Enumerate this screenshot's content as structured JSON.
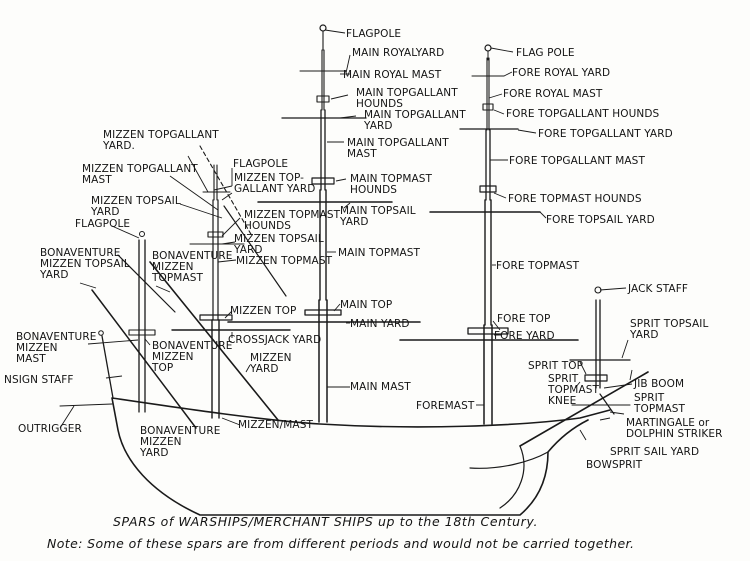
{
  "labels": {
    "flagpole_main": "FLAGPOLE",
    "main_royal_yard": "MAIN ROYALYARD",
    "main_royal_mast": "MAIN ROYAL MAST",
    "main_tg_hounds": "MAIN TOPGALLANT\nHOUNDS",
    "main_tg_yard": "MAIN TOPGALLANT\nYARD",
    "main_tg_mast": "MAIN TOPGALLANT\nMAST",
    "main_topmast_hounds": "MAIN TOPMAST\nHOUNDS",
    "main_topsail_yard": "MAIN TOPSAIL\nYARD",
    "main_topmast": "MAIN TOPMAST",
    "main_top": "MAIN TOP",
    "main_yard": "MAIN YARD",
    "main_mast": "MAIN MAST",
    "flag_pole_fore": "FLAG POLE",
    "fore_royal_yard": "FORE ROYAL YARD",
    "fore_royal_mast": "FORE ROYAL MAST",
    "fore_tg_hounds": "FORE TOPGALLANT HOUNDS",
    "fore_tg_yard": "FORE TOPGALLANT YARD",
    "fore_tg_mast": "FORE TOPGALLANT MAST",
    "fore_topmast_hounds": "FORE TOPMAST HOUNDS",
    "fore_topsail_yard": "FORE TOPSAIL YARD",
    "fore_topmast": "FORE TOPMAST",
    "fore_top": "FORE TOP",
    "fore_yard": "FORE YARD",
    "foremast": "FOREMAST",
    "jack_staff": "JACK STAFF",
    "sprit_topsail_yard": "SPRIT TOPSAIL\nYARD",
    "jib_boom": "JIB BOOM",
    "sprit_topmast": "SPRIT\nTOPMAST",
    "martingale": "MARTINGALE or\nDOLPHIN STRIKER",
    "spritsail_yard": "SPRIT SAIL YARD",
    "bowsprit": "BOWSPRIT",
    "sprit_top": "SPRIT TOP",
    "sprit_topmast_knee": "SPRIT\nTOPMAST\nKNEE",
    "mizzen_tg_yard": "MIZZEN TOPGALLANT\nYARD.",
    "mizzen_tg_mast": "MIZZEN TOPGALLANT\nMAST",
    "mizzen_topsail_yard": "MIZZEN TOPSAIL\nYARD",
    "flagpole_mizzen": "FLAGPOLE",
    "flagpole_bonaventure": "FLAGPOLE",
    "mizzen_topgallant_yard_right": "MIZZEN TOP-\nGALLANT YARD",
    "mizzen_topmast_hounds": "MIZZEN TOPMAST\nHOUNDS",
    "mizzen_topsail_yard_right": "MIZZEN TOPSAIL\nYARD",
    "mizzen_topmast_right": "MIZZEN TOPMAST",
    "bonaventure_mizzen_topsail_yard": "BONAVENTURE\nMIZZEN TOPSAIL\nYARD",
    "bonaventure_mizzen_topmast": "BONAVENTURE\nMIZZEN\nTOPMAST",
    "mizzen_top": "MIZZEN TOP",
    "crossjack_yard": "CROSSJACK YARD",
    "bonaventure_mizzen_mast": "BONAVENTURE\nMIZZEN\nMAST",
    "bonaventure_mizzen_top": "BONAVENTURE\nMIZZEN\nTOP",
    "mizzen_yard": "MIZZEN\nYARD",
    "ensign_staff": "NSIGN STAFF",
    "mizzen_mast": "MIZZEN/MAST",
    "outrigger": "OUTRIGGER",
    "bonaventure_mizzen_yard": "BONAVENTURE\nMIZZEN\nYARD"
  },
  "caption": {
    "line1": "SPARS of WARSHIPS/MERCHANT SHIPS up to the 18th Century.",
    "line2": "Note: Some of these spars are from different periods and would not be carried together."
  }
}
